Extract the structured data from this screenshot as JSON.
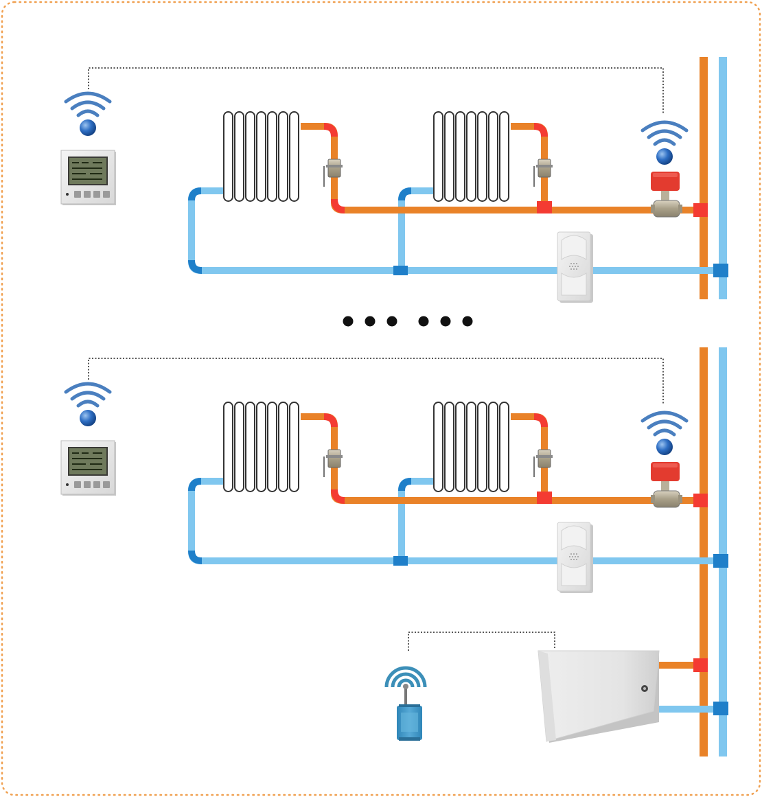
{
  "colors": {
    "border": "#f0a050",
    "supply_pipe": "#e98228",
    "supply_joint": "#f43b32",
    "return_pipe": "#80c7ef",
    "return_joint": "#1f7fc9",
    "signal_line": "#555555",
    "wifi_waves": "#4a7fbf",
    "dots": "#111111",
    "valve_actuator": "#e33b2f",
    "radiator": "#ffffff"
  },
  "icons": {
    "wifi": "wifi-signal-icon",
    "thermostat": "thermostat-panel",
    "gateway": "wireless-gateway",
    "antenna": "antenna-signal-icon"
  },
  "units": [
    {
      "id": "unit-1",
      "radiators": 2,
      "has_valve": true,
      "has_receiver": true
    },
    {
      "id": "unit-2",
      "radiators": 2,
      "has_valve": true,
      "has_receiver": true
    }
  ],
  "separator_dots": 6,
  "gateway_label": {
    "line1": "",
    "line2": ""
  }
}
